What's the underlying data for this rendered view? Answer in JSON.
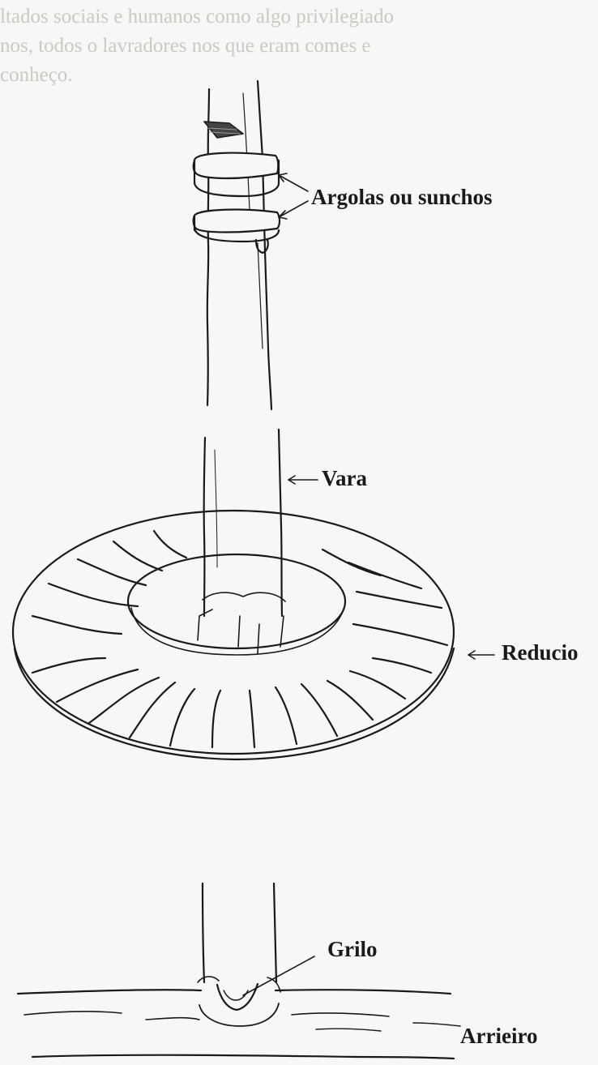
{
  "bleed_text": {
    "top": [
      "ltados sociais e humanos como algo privilegiado",
      "nos, todos o lavradores nos que eram comes e",
      "conheço."
    ]
  },
  "labels": {
    "argolas": "Argolas ou sunchos",
    "vara": "Vara",
    "reducio": "Reducio",
    "grilo": "Grilo",
    "arrieiro": "Arrieiro"
  },
  "colors": {
    "ink": "#1a1a1a",
    "paper": "#f7f7f5",
    "bleed": "#c9c9c6"
  }
}
